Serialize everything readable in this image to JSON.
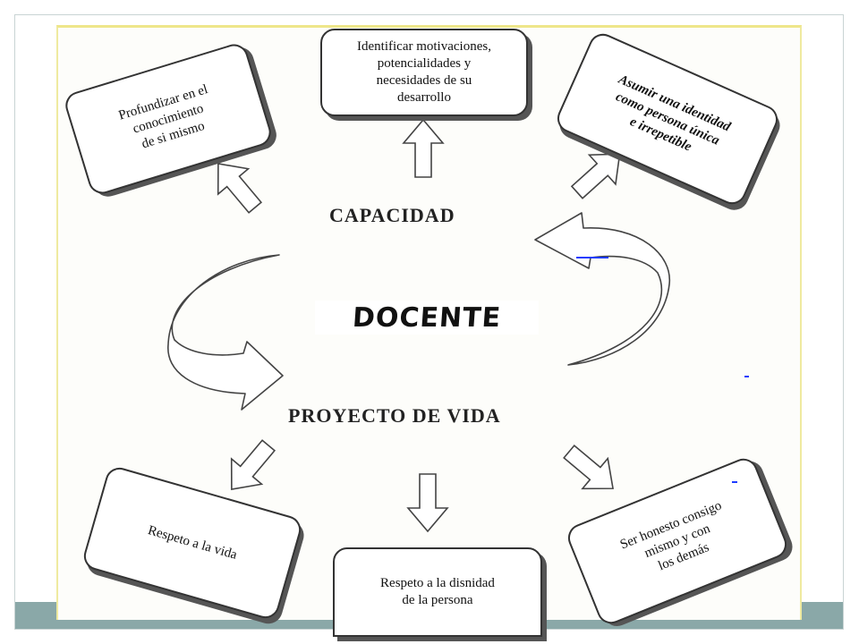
{
  "diagram": {
    "top_center": "Identificar motivaciones,\npotencialidades y\nnecesidades de su\ndesarrollo",
    "top_left": "Profundizar en el\nconocimiento\nde si mismo",
    "top_right": "Asumir una identidad\ncomo persona única\ne irrepetible",
    "capacidad": "CAPACIDAD",
    "docente": "DOCENTE",
    "proyecto": "PROYECTO DE VIDA",
    "bottom_left": "Respeto a la vida",
    "bottom_center": "Respeto a la disnidad\nde la persona",
    "bottom_right": "Ser honesto consigo\nmismo y con\nlos demás"
  },
  "colors": {
    "footer_band": "#8aa8a8",
    "paper_border": "#eee68a",
    "accent_marks": "#1e3cff"
  }
}
